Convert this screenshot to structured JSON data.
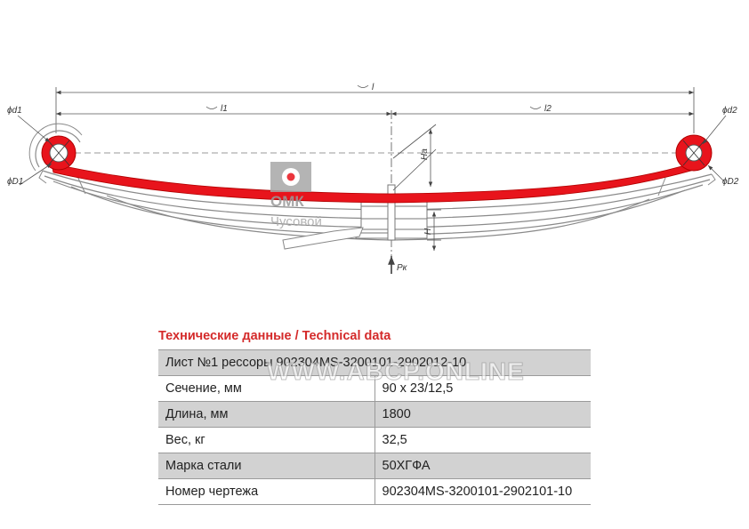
{
  "drawing": {
    "dim_l": "l",
    "dim_l1": "l1",
    "dim_l2": "l2",
    "dim_d1": "ϕd1",
    "dim_D1": "ϕD1",
    "dim_d2": "ϕd2",
    "dim_D2": "ϕD2",
    "dim_Ha": "Ha",
    "dim_H": "H",
    "load": "Pк",
    "leaf_color": "#e8141c",
    "line_color": "#555555"
  },
  "logo": {
    "brand": "ОМК",
    "city": "Чусовой",
    "color": "#9a9a9a"
  },
  "spec": {
    "title": "Технические данные / Technical data",
    "title_color": "#d42a2a",
    "rows": [
      {
        "label": "Лист №1 рессоры 902304MS-3200101-2902012-10",
        "value": ""
      },
      {
        "label": "Сечение, мм",
        "value": "90 х 23/12,5"
      },
      {
        "label": "Длина, мм",
        "value": "1800"
      },
      {
        "label": "Вес, кг",
        "value": "32,5"
      },
      {
        "label": "Марка стали",
        "value": "50ХГФА"
      },
      {
        "label": "Номер чертежа",
        "value": "902304MS-3200101-2902101-10"
      }
    ]
  },
  "watermark": "WWW.ABCP.ONLINE"
}
